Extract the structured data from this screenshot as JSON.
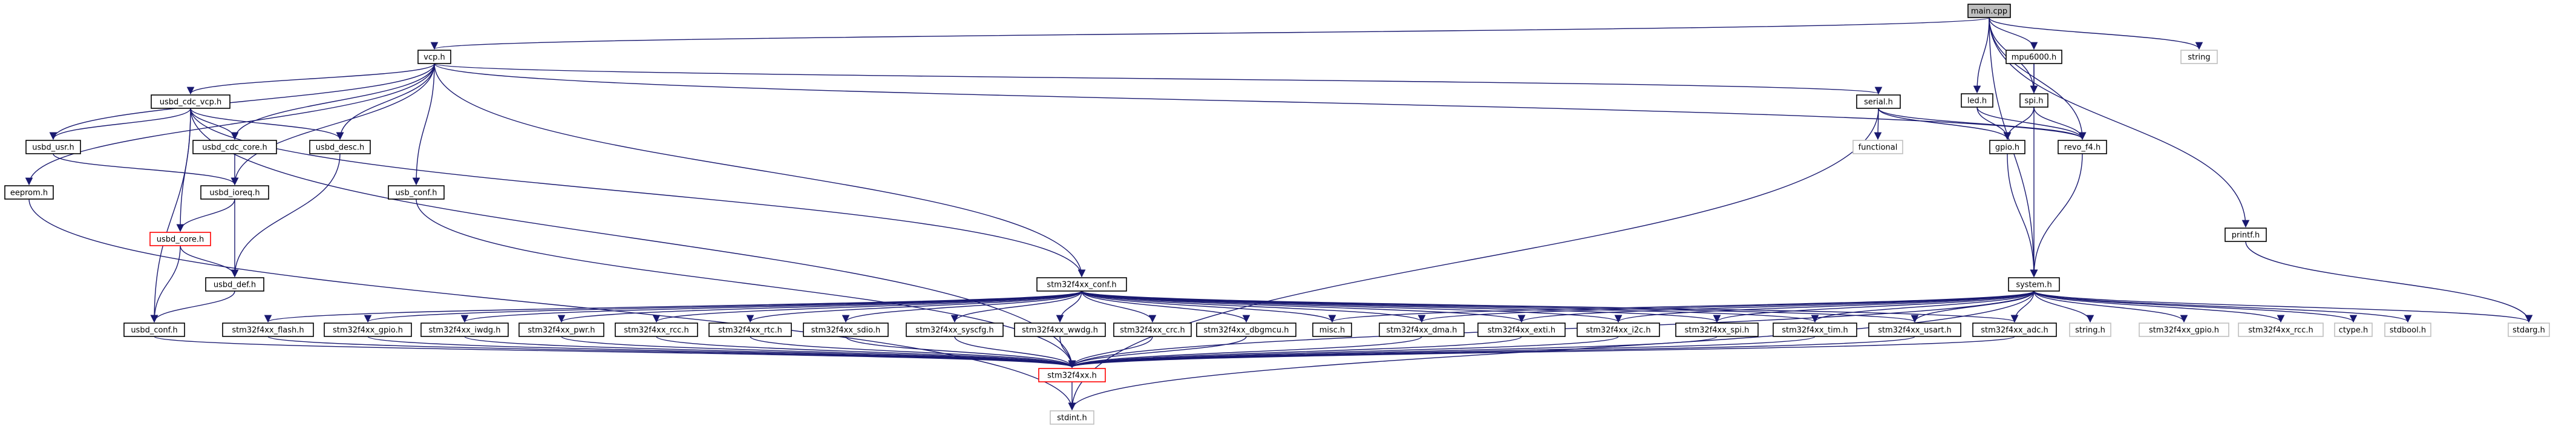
{
  "diagram": {
    "type": "include-dependency-graph",
    "edge_color": "#191970",
    "root_fill": "#bfbfbf",
    "nodes": [
      {
        "id": "main",
        "label": "main.cpp",
        "style": "root"
      },
      {
        "id": "vcp",
        "label": "vcp.h",
        "style": "normal"
      },
      {
        "id": "string",
        "label": "string",
        "style": "gray"
      },
      {
        "id": "mpu",
        "label": "mpu6000.h",
        "style": "normal"
      },
      {
        "id": "spi",
        "label": "spi.h",
        "style": "normal"
      },
      {
        "id": "led",
        "label": "led.h",
        "style": "normal"
      },
      {
        "id": "usbdcdcvcp",
        "label": "usbd_cdc_vcp.h",
        "style": "normal"
      },
      {
        "id": "serial",
        "label": "serial.h",
        "style": "normal"
      },
      {
        "id": "usbdusr",
        "label": "usbd_usr.h",
        "style": "normal"
      },
      {
        "id": "usbdcdccore",
        "label": "usbd_cdc_core.h",
        "style": "normal"
      },
      {
        "id": "usbddesc",
        "label": "usbd_desc.h",
        "style": "normal"
      },
      {
        "id": "gpio",
        "label": "gpio.h",
        "style": "normal"
      },
      {
        "id": "revo",
        "label": "revo_f4.h",
        "style": "normal"
      },
      {
        "id": "functional",
        "label": "functional",
        "style": "gray"
      },
      {
        "id": "eeprom",
        "label": "eeprom.h",
        "style": "normal"
      },
      {
        "id": "usbdioreq",
        "label": "usbd_ioreq.h",
        "style": "normal"
      },
      {
        "id": "usbconf",
        "label": "usb_conf.h",
        "style": "normal"
      },
      {
        "id": "printf",
        "label": "printf.h",
        "style": "normal"
      },
      {
        "id": "usbdcore",
        "label": "usbd_core.h",
        "style": "red"
      },
      {
        "id": "usbddef",
        "label": "usbd_def.h",
        "style": "normal"
      },
      {
        "id": "stmconf",
        "label": "stm32f4xx_conf.h",
        "style": "normal"
      },
      {
        "id": "system",
        "label": "system.h",
        "style": "normal"
      },
      {
        "id": "usbdconf",
        "label": "usbd_conf.h",
        "style": "normal"
      },
      {
        "id": "flash",
        "label": "stm32f4xx_flash.h",
        "style": "normal"
      },
      {
        "id": "gpioh",
        "label": "stm32f4xx_gpio.h",
        "style": "normal"
      },
      {
        "id": "iwdg",
        "label": "stm32f4xx_iwdg.h",
        "style": "normal"
      },
      {
        "id": "pwr",
        "label": "stm32f4xx_pwr.h",
        "style": "normal"
      },
      {
        "id": "rcc",
        "label": "stm32f4xx_rcc.h",
        "style": "normal"
      },
      {
        "id": "rtc",
        "label": "stm32f4xx_rtc.h",
        "style": "normal"
      },
      {
        "id": "sdio",
        "label": "stm32f4xx_sdio.h",
        "style": "normal"
      },
      {
        "id": "syscfg",
        "label": "stm32f4xx_syscfg.h",
        "style": "normal"
      },
      {
        "id": "wwdg",
        "label": "stm32f4xx_wwdg.h",
        "style": "normal"
      },
      {
        "id": "crc",
        "label": "stm32f4xx_crc.h",
        "style": "normal"
      },
      {
        "id": "dbgmcu",
        "label": "stm32f4xx_dbgmcu.h",
        "style": "normal"
      },
      {
        "id": "misc",
        "label": "misc.h",
        "style": "normal"
      },
      {
        "id": "dma",
        "label": "stm32f4xx_dma.h",
        "style": "normal"
      },
      {
        "id": "exti",
        "label": "stm32f4xx_exti.h",
        "style": "normal"
      },
      {
        "id": "i2c",
        "label": "stm32f4xx_i2c.h",
        "style": "normal"
      },
      {
        "id": "spih",
        "label": "stm32f4xx_spi.h",
        "style": "normal"
      },
      {
        "id": "tim",
        "label": "stm32f4xx_tim.h",
        "style": "normal"
      },
      {
        "id": "usart",
        "label": "stm32f4xx_usart.h",
        "style": "normal"
      },
      {
        "id": "adc",
        "label": "stm32f4xx_adc.h",
        "style": "normal"
      },
      {
        "id": "stringh",
        "label": "string.h",
        "style": "gray"
      },
      {
        "id": "gpiog",
        "label": "stm32f4xx_gpio.h",
        "style": "gray"
      },
      {
        "id": "rccg",
        "label": "stm32f4xx_rcc.h",
        "style": "gray"
      },
      {
        "id": "ctype",
        "label": "ctype.h",
        "style": "gray"
      },
      {
        "id": "stdbool",
        "label": "stdbool.h",
        "style": "gray"
      },
      {
        "id": "stdarg",
        "label": "stdarg.h",
        "style": "gray"
      },
      {
        "id": "stm32",
        "label": "stm32f4xx.h",
        "style": "red"
      },
      {
        "id": "stdint",
        "label": "stdint.h",
        "style": "gray"
      }
    ]
  }
}
